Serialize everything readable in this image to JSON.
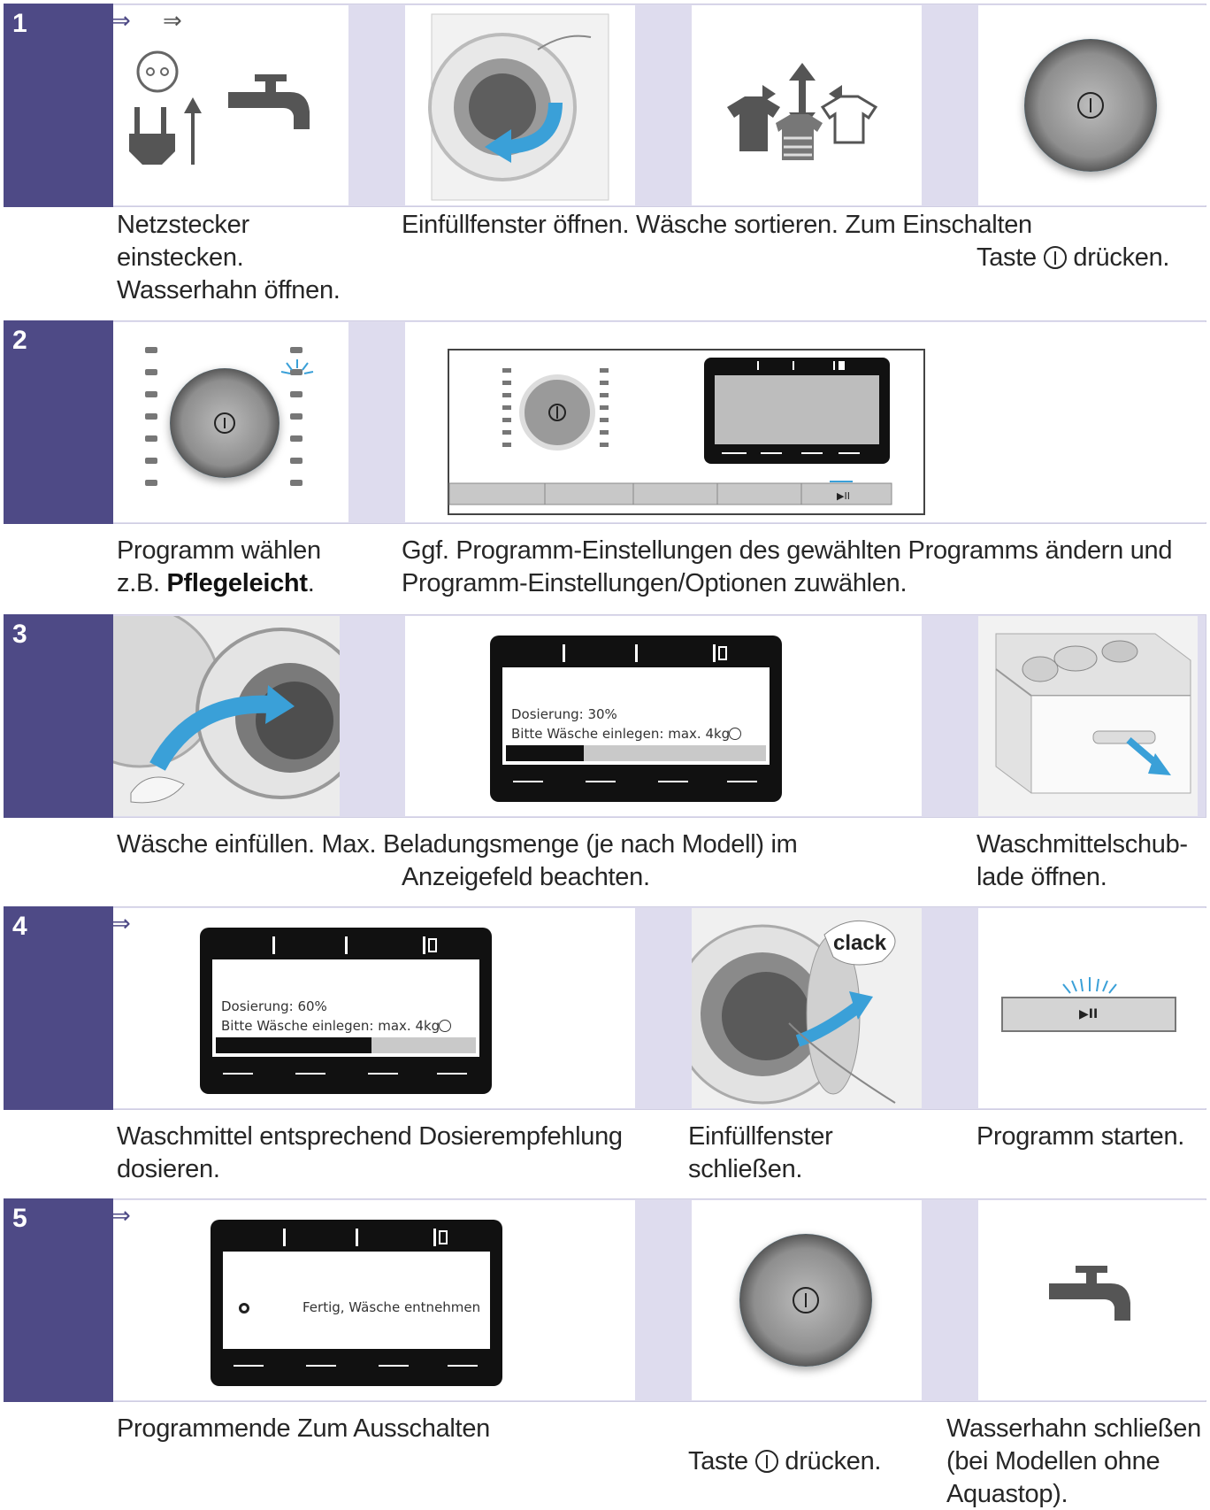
{
  "steps": [
    {
      "number": "1",
      "captions": {
        "a": "Netzstecker\neinstecken.\nWasserhahn öffnen.",
        "b": "Einfüllfenster öffnen. Wäsche sortieren. Zum Einschalten",
        "c_pre": "Taste",
        "c_post": "drücken."
      }
    },
    {
      "number": "2",
      "captions": {
        "a_line1": "Programm wählen",
        "a_line2_pre": "z.B. ",
        "a_line2_bold": "Pflegeleicht",
        "a_line2_post": ".",
        "b": "Ggf. Programm-Einstellungen des gewählten Programms ändern und\nProgramm-Einstellungen/Optionen zuwählen."
      }
    },
    {
      "number": "3",
      "display": {
        "line1": "Dosierung: 30%",
        "line2": "Bitte Wäsche einlegen: max. 4kg",
        "progress": 0.3
      },
      "captions": {
        "a_line1": "Wäsche einfüllen. Max. Beladungsmenge (je nach Modell) im",
        "a_line2": "Anzeigefeld beachten.",
        "b": "Waschmittelschub-\nlade öffnen."
      }
    },
    {
      "number": "4",
      "display": {
        "line1": "Dosierung: 60%",
        "line2": "Bitte Wäsche einlegen: max. 4kg",
        "progress": 0.6
      },
      "bubble": "clack",
      "start_button_label": "▶II",
      "captions": {
        "a": "Waschmittel entsprechend Dosierempfehlung\ndosieren.",
        "b": "Einfüllfenster\nschließen.",
        "c": "Programm starten."
      }
    },
    {
      "number": "5",
      "display": {
        "line1": "Fertig, Wäsche entnehmen"
      },
      "captions": {
        "a": "Programmende Zum Ausschalten",
        "b_pre": "Taste",
        "b_post": "drücken.",
        "c": "Wasserhahn schließen\n(bei Modellen ohne\nAquastop)."
      }
    }
  ],
  "colors": {
    "accent": "#4e4a86",
    "band": "#dedcee",
    "knob_ring": "#3aa0d8"
  }
}
